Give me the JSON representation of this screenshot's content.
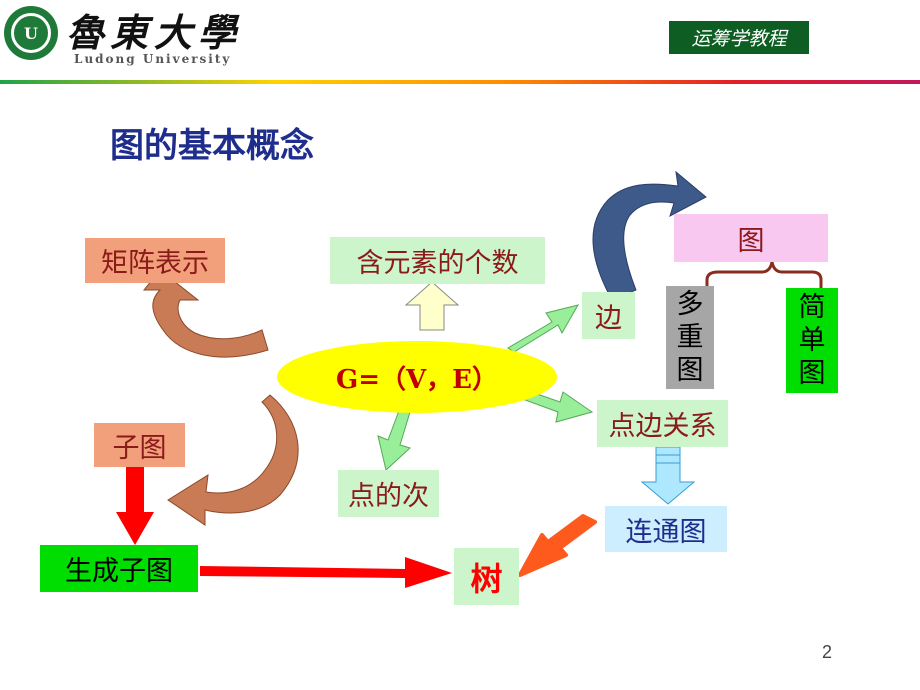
{
  "header": {
    "university_cn": "魯東大學",
    "university_en": "Ludong University",
    "course_badge": "运筹学教程"
  },
  "slide": {
    "title": "图的基本概念",
    "page_number": "2"
  },
  "diagram": {
    "center": "G=（V，E）",
    "nodes": {
      "matrix": "矩阵表示",
      "element_count": "含元素的个数",
      "edge": "边",
      "graph": "图",
      "multigraph": [
        "多",
        "重",
        "图"
      ],
      "simple_graph": [
        "简",
        "单",
        "图"
      ],
      "vertex_edge_relation": "点边关系",
      "degree": "点的次",
      "subgraph": "子图",
      "spanning_subgraph": "生成子图",
      "connected_graph": "连通图",
      "tree": "树"
    }
  },
  "colors": {
    "title_blue": "#1f2e8c",
    "center_fill": "#ffff00",
    "matrix_fill": "#f2a07b",
    "light_green": "#ccf5cc",
    "graph_pink": "#f8c8f0",
    "multigraph_gray": "#a6a6a6",
    "bright_green": "#00dd00",
    "light_blue": "#cceeff",
    "red_arrow": "#ff0000",
    "orange_arrow": "#ff5a1e",
    "brown_arrow": "#c97b55"
  }
}
